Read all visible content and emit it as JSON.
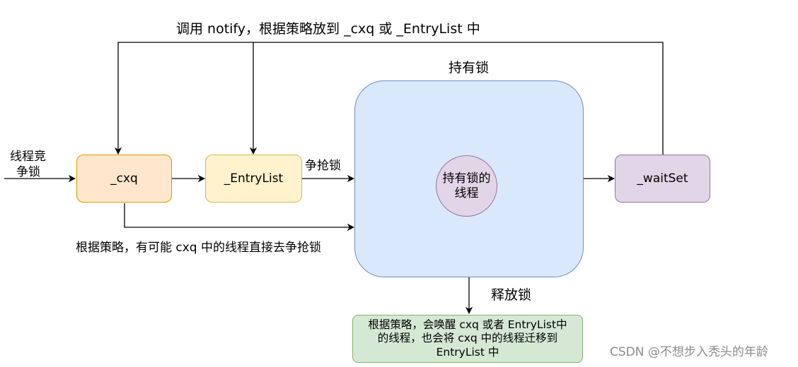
{
  "labels": {
    "notify": "调用 notify，根据策略放到 _cxq 或 _EntryList 中",
    "hold_lock_title": "持有锁",
    "contend": [
      "线程竞",
      "争锁"
    ],
    "grab_lock": "争抢锁",
    "policy_direct": "根据策略，有可能 cxq 中的线程直接去争抢锁",
    "release_lock": "释放锁"
  },
  "nodes": {
    "cxq": "_cxq",
    "entry_list": "_EntryList",
    "holder": [
      "持有锁的",
      "线程"
    ],
    "wait_set": "_waitSet",
    "wakeup": [
      "根据策略，会唤醒 cxq 或者 EntryList中",
      "的线程，也会将 cxq 中的线程迁移到",
      "EntryList 中"
    ]
  },
  "watermark": "CSDN @不想步入秃头的年龄",
  "colors": {
    "cxq_fill": "#ffe6cc",
    "cxq_stroke": "#d79b00",
    "entry_fill": "#fff2cc",
    "entry_stroke": "#d6b656",
    "lock_fill": "#dae8fc",
    "lock_stroke": "#6c8ebf",
    "wait_fill": "#e1d5e7",
    "wait_stroke": "#9673a6",
    "wake_fill": "#d5e8d4",
    "wake_stroke": "#82b366"
  }
}
